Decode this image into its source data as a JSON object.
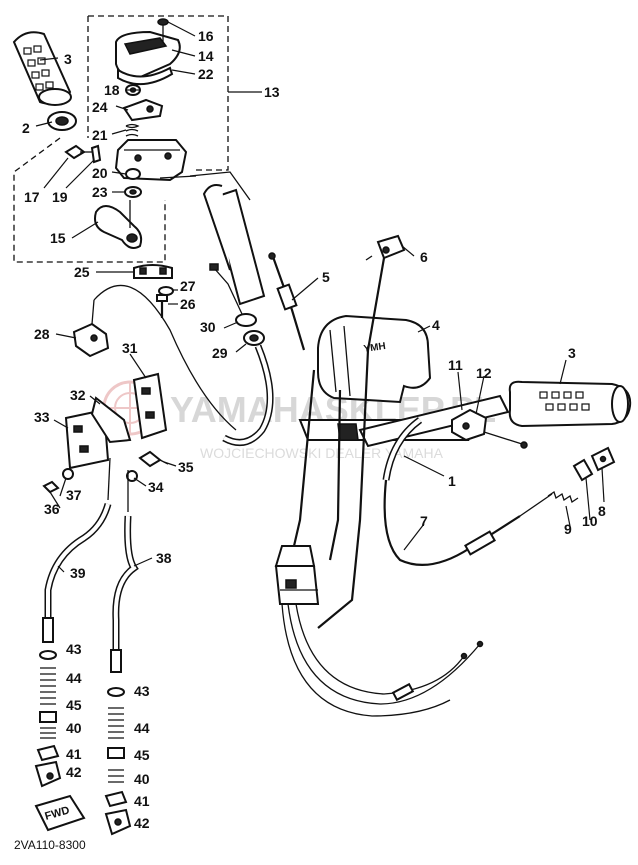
{
  "diagram": {
    "drawing_code": "2VA110-8300",
    "watermark": {
      "main": "YAMAHASKLEP.PL",
      "sub": "WOJCIECHOWSKI DEALER YAMAHA"
    },
    "badge": "FWD",
    "callouts": [
      {
        "id": "c1",
        "label": "1"
      },
      {
        "id": "c2",
        "label": "2"
      },
      {
        "id": "c3a",
        "label": "3"
      },
      {
        "id": "c3b",
        "label": "3"
      },
      {
        "id": "c4",
        "label": "4"
      },
      {
        "id": "c5",
        "label": "5"
      },
      {
        "id": "c6",
        "label": "6"
      },
      {
        "id": "c7",
        "label": "7"
      },
      {
        "id": "c8",
        "label": "8"
      },
      {
        "id": "c9",
        "label": "9"
      },
      {
        "id": "c10",
        "label": "10"
      },
      {
        "id": "c11",
        "label": "11"
      },
      {
        "id": "c12",
        "label": "12"
      },
      {
        "id": "c13",
        "label": "13"
      },
      {
        "id": "c14",
        "label": "14"
      },
      {
        "id": "c15",
        "label": "15"
      },
      {
        "id": "c16",
        "label": "16"
      },
      {
        "id": "c17",
        "label": "17"
      },
      {
        "id": "c18",
        "label": "18"
      },
      {
        "id": "c19",
        "label": "19"
      },
      {
        "id": "c20",
        "label": "20"
      },
      {
        "id": "c21",
        "label": "21"
      },
      {
        "id": "c22",
        "label": "22"
      },
      {
        "id": "c23",
        "label": "23"
      },
      {
        "id": "c24",
        "label": "24"
      },
      {
        "id": "c25",
        "label": "25"
      },
      {
        "id": "c26",
        "label": "26"
      },
      {
        "id": "c27",
        "label": "27"
      },
      {
        "id": "c28",
        "label": "28"
      },
      {
        "id": "c29",
        "label": "29"
      },
      {
        "id": "c30",
        "label": "30"
      },
      {
        "id": "c31",
        "label": "31"
      },
      {
        "id": "c32",
        "label": "32"
      },
      {
        "id": "c33",
        "label": "33"
      },
      {
        "id": "c34",
        "label": "34"
      },
      {
        "id": "c35",
        "label": "35"
      },
      {
        "id": "c36",
        "label": "36"
      },
      {
        "id": "c37",
        "label": "37"
      },
      {
        "id": "c38",
        "label": "38"
      },
      {
        "id": "c39",
        "label": "39"
      },
      {
        "id": "c40a",
        "label": "40"
      },
      {
        "id": "c40b",
        "label": "40"
      },
      {
        "id": "c41a",
        "label": "41"
      },
      {
        "id": "c41b",
        "label": "41"
      },
      {
        "id": "c42a",
        "label": "42"
      },
      {
        "id": "c42b",
        "label": "42"
      },
      {
        "id": "c43a",
        "label": "43"
      },
      {
        "id": "c43b",
        "label": "43"
      },
      {
        "id": "c44a",
        "label": "44"
      },
      {
        "id": "c44b",
        "label": "44"
      },
      {
        "id": "c45a",
        "label": "45"
      },
      {
        "id": "c45b",
        "label": "45"
      }
    ]
  }
}
